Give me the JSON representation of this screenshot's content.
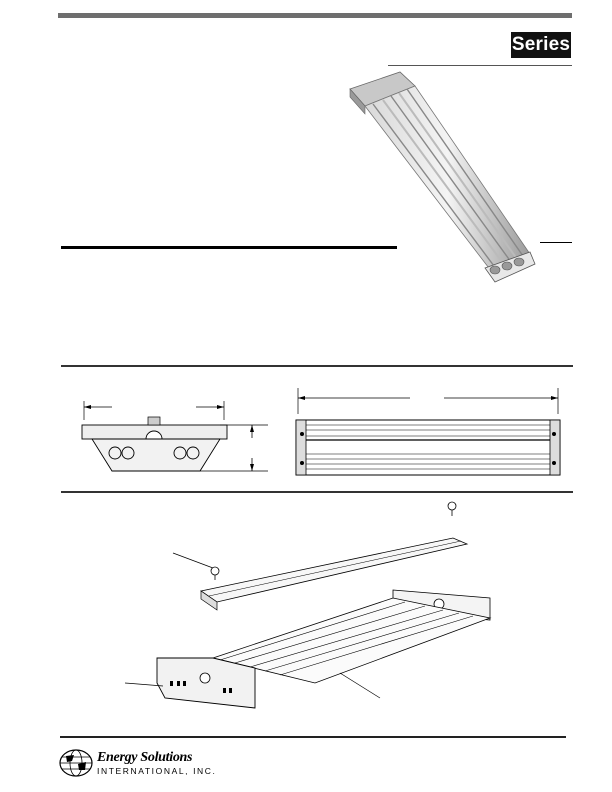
{
  "header": {
    "series_label": "Series"
  },
  "logo": {
    "company_name": "Energy Solutions",
    "company_sub": "INTERNATIONAL, INC."
  }
}
